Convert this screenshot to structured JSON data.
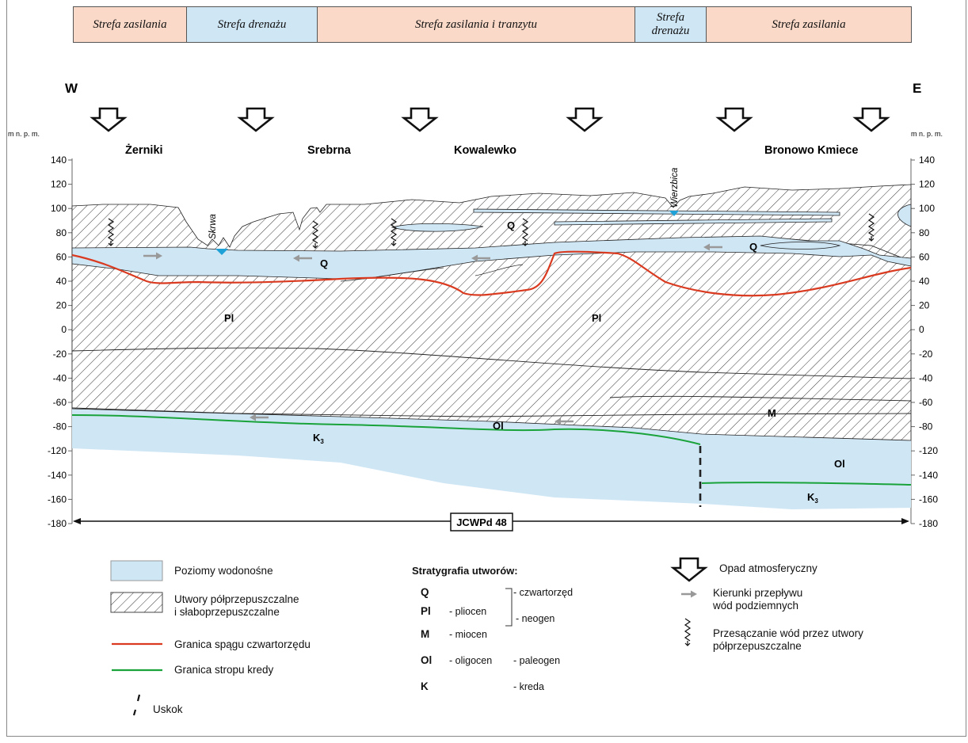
{
  "zones": [
    {
      "label": "Strefa zasilania",
      "kind": "supply"
    },
    {
      "label": "Strefa drenażu",
      "kind": "drainage"
    },
    {
      "label": "Strefa zasilania i tranzytu",
      "kind": "supply"
    },
    {
      "label": "Strefa drenażu",
      "kind": "drainage"
    },
    {
      "label": "Strefa zasilania",
      "kind": "supply"
    }
  ],
  "directions": {
    "west": "W",
    "east": "E"
  },
  "axis": {
    "unit_label": "m n. p. m.",
    "ticks": [
      "140",
      "120",
      "100",
      "80",
      "60",
      "40",
      "20",
      "0",
      "-20",
      "-40",
      "-60",
      "-80",
      "-120",
      "-140",
      "-160",
      "-180"
    ]
  },
  "places": {
    "zerniki": "Żerniki",
    "srebrna": "Srebrna",
    "kowalewko": "Kowalewko",
    "bronowo": "Bronowo Kmiece",
    "skrwa": "Skrwa",
    "wierzbica": "Wierzbica"
  },
  "section_labels": {
    "q1": "Q",
    "q2": "Q",
    "q3": "Q",
    "pl1": "Pl",
    "pl2": "Pl",
    "m": "M",
    "ol1": "Ol",
    "ol2": "Ol",
    "k_base": "K",
    "k_sub": "3"
  },
  "jcwpd": "JCWPd 48",
  "colors": {
    "aquifer": "#cfe6f5",
    "quaternary_base": "#d93a20",
    "cretaceous_top": "#1aa33a",
    "supply_zone": "#fbd9c8",
    "drainage_zone": "#cfe6f5",
    "flow_arrow": "#9a9a9a"
  },
  "legend": {
    "aquifer": "Poziomy wodonośne",
    "aquitard_line1": "Utwory półprzepuszczalne",
    "aquitard_line2": "i słaboprzepuszczalne",
    "quaternary_base": "Granica spągu czwartorzędu",
    "cretaceous_top": "Granica stropu kredy",
    "fault": "Uskok",
    "strat_title": "Stratygrafia utworów:",
    "strat": {
      "q": "Q",
      "q_desc": "- czwartorzęd",
      "pl": "Pl",
      "pl_desc": "- pliocen",
      "m": "M",
      "m_desc": "- miocen",
      "neogen": "- neogen",
      "ol": "Ol",
      "ol_desc": "- oligocen",
      "paleogen": "- paleogen",
      "k": "K",
      "k_desc": "- kreda"
    },
    "precip": "Opad atmosferyczny",
    "flow_line1": "Kierunki przepływu",
    "flow_line2": "wód podziemnych",
    "seep_line1": "Przesączanie wód przez utwory",
    "seep_line2": "półprzepuszczalne"
  }
}
